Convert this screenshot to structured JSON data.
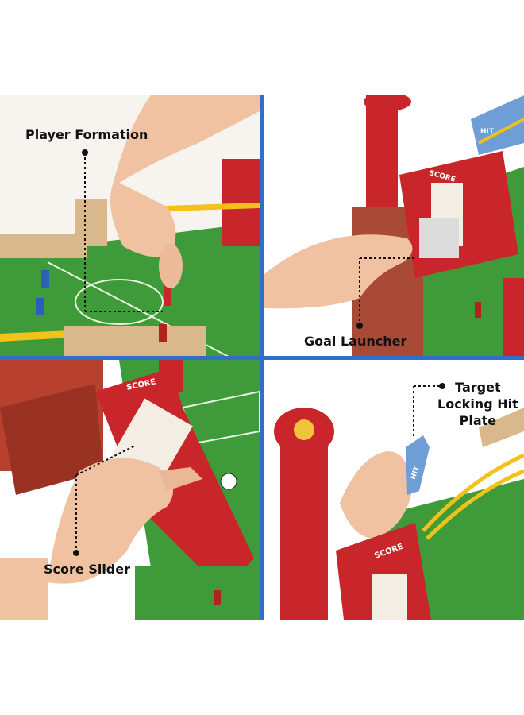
{
  "callouts": {
    "player_formation": "Player Formation",
    "goal_launcher": "Goal Launcher",
    "score_slider": "Score Slider",
    "target_plate": "Target\nLocking Hit\nPlate"
  },
  "printed_text": {
    "score": "SCORE",
    "hit": "HIT"
  },
  "colors": {
    "divider": "#2f6fc8",
    "field_green": "#3f9a3a",
    "wood_red": "#c8262b",
    "rubber_band": "#f2c21b"
  }
}
